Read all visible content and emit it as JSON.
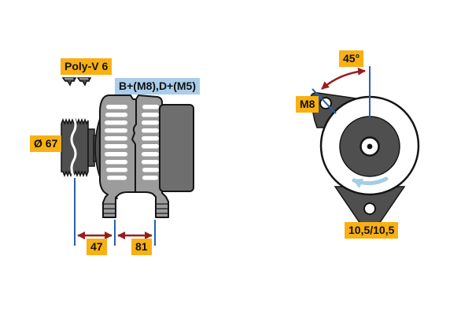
{
  "labels": {
    "belt_type": "Poly-V 6",
    "terminals": "B+(M8),D+(M5)",
    "pulley_diameter": "Ø 67",
    "dim_front": "47",
    "dim_rear": "81",
    "mount_angle": "45°",
    "mount_thread": "M8",
    "hole_diameters": "10,5/10,5"
  },
  "icons": {
    "belt_profile": "poly-v-belt-profile-icon",
    "rotation": "rotation-direction-arrow-icon"
  },
  "colors": {
    "label-yellow": "#F9B013",
    "label-blue": "#A9CDEA",
    "dim-blue": "#2760AC",
    "dim-red": "#991B1E",
    "rotation-blue": "#A5CCE8",
    "body-gray": "#9C9C9C",
    "dark-gray": "#4F4F4F",
    "rear-gray": "#6E6E6E",
    "outline": "#141414",
    "bg": "#FFFFFF"
  }
}
